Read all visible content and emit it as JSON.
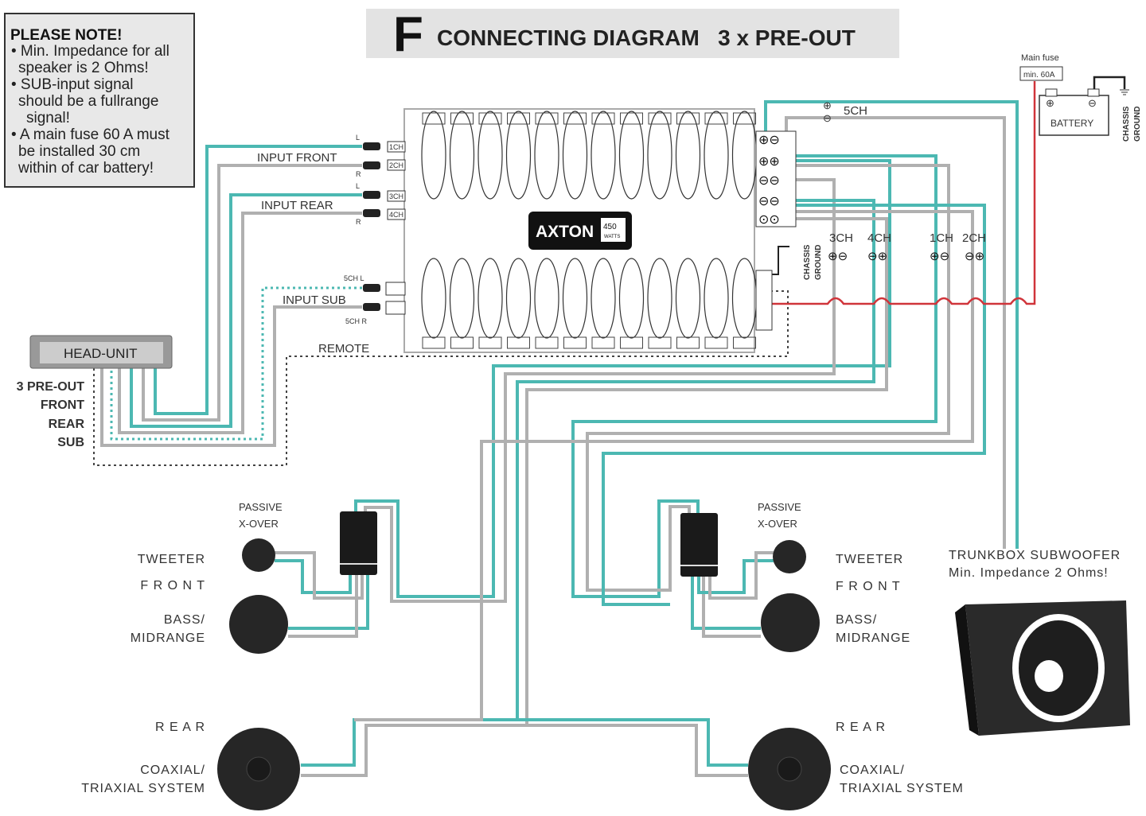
{
  "note": {
    "title": "PLEASE NOTE!",
    "lines": [
      "• Min. Impedance for all",
      "speaker is 2 Ohms!",
      "• SUB-input signal",
      "should be a fullrange",
      "signal!",
      "• A main fuse 60 A must",
      "be installed 30 cm",
      "within of car battery!"
    ]
  },
  "header": {
    "letter": "F",
    "title": "CONNECTING DIAGRAM   3 x PRE-OUT"
  },
  "amplifier": {
    "logo": "AXTON",
    "power": "450",
    "power_unit": "WATTS",
    "input_channels": [
      "1CH",
      "2CH",
      "3CH",
      "4CH"
    ],
    "sub_left": "5CH L",
    "sub_right": "5CH R",
    "left_marker": "L",
    "right_marker": "R"
  },
  "inputs": {
    "front": "INPUT FRONT",
    "rear": "INPUT REAR",
    "sub": "INPUT SUB",
    "remote": "REMOTE"
  },
  "head_unit": {
    "label": "HEAD-UNIT",
    "lines": [
      "3 PRE-OUT",
      "FRONT",
      "REAR",
      "SUB"
    ]
  },
  "outputs": {
    "ch5": "5CH",
    "ch3": "3CH",
    "ch4": "4CH",
    "ch1": "1CH",
    "ch2": "2CH",
    "ground_1": "CHASSIS",
    "ground_2": "GROUND"
  },
  "power": {
    "fuse_label": "Main fuse",
    "fuse_value": "min. 60A",
    "battery": "BATTERY",
    "ground_1": "CHASSIS",
    "ground_2": "GROUND"
  },
  "speakers_left": {
    "xover_1": "PASSIVE",
    "xover_2": "X-OVER",
    "tweeter": "TWEETER",
    "front": "F R O N T",
    "bass_1": "BASS/",
    "bass_2": "MIDRANGE",
    "rear": "R E A R",
    "coax_1": "COAXIAL/",
    "coax_2": "TRIAXIAL SYSTEM"
  },
  "speakers_right": {
    "xover_1": "PASSIVE",
    "xover_2": "X-OVER",
    "tweeter": "TWEETER",
    "front": "F R O N T",
    "bass_1": "BASS/",
    "bass_2": "MIDRANGE",
    "rear": "R E A R",
    "coax_1": "COAXIAL/",
    "coax_2": "TRIAXIAL SYSTEM"
  },
  "subwoofer": {
    "title": "TRUNKBOX SUBWOOFER",
    "note": "Min. Impedance 2 Ohms!"
  },
  "colors": {
    "signal_wire": "#4cb8b2",
    "return_wire": "#b0b0b0",
    "power_wire": "#d0343a"
  }
}
